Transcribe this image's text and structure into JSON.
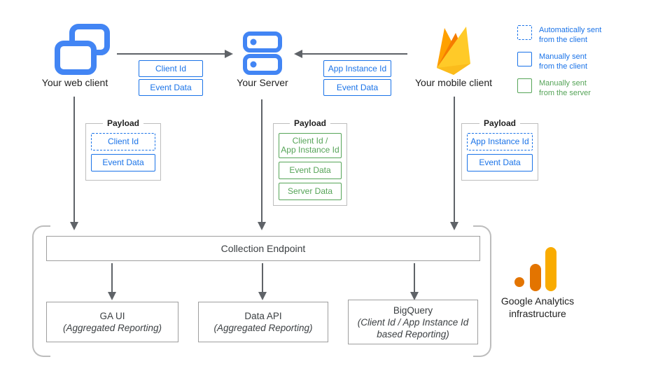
{
  "nodes": {
    "web_client": {
      "label": "Your web client"
    },
    "server": {
      "label": "Your Server"
    },
    "mobile_client": {
      "label": "Your mobile client"
    }
  },
  "flows": {
    "web_to_server": {
      "labels": [
        "Client Id",
        "Event Data"
      ]
    },
    "mobile_to_server": {
      "labels": [
        "App Instance Id",
        "Event Data"
      ]
    }
  },
  "legend": {
    "items": [
      {
        "style": "dashed-blue",
        "lines": [
          "Automatically sent",
          "from the client"
        ]
      },
      {
        "style": "solid-blue",
        "lines": [
          "Manually sent",
          "from the client"
        ]
      },
      {
        "style": "solid-green",
        "lines": [
          "Manually sent",
          "from the server"
        ]
      }
    ]
  },
  "payloads": {
    "web": {
      "title": "Payload",
      "items": [
        {
          "label": "Client Id",
          "style": "dashed-blue"
        },
        {
          "label": "Event Data",
          "style": "solid-blue"
        }
      ]
    },
    "server": {
      "title": "Payload",
      "items": [
        {
          "lines": [
            "Client Id /",
            "App Instance Id"
          ],
          "style": "solid-green"
        },
        {
          "label": "Event Data",
          "style": "solid-green"
        },
        {
          "label": "Server Data",
          "style": "solid-green"
        }
      ]
    },
    "mobile": {
      "title": "Payload",
      "items": [
        {
          "label": "App Instance Id",
          "style": "dashed-blue"
        },
        {
          "label": "Event Data",
          "style": "solid-blue"
        }
      ]
    }
  },
  "infrastructure": {
    "collection_endpoint": "Collection Endpoint",
    "outputs": [
      {
        "title": "GA UI",
        "subtitle": "(Aggregated Reporting)"
      },
      {
        "title": "Data API",
        "subtitle": "(Aggregated Reporting)"
      },
      {
        "title": "BigQuery",
        "subtitle_line1": "(Client Id / App Instance Id",
        "subtitle_line2": "based Reporting)"
      }
    ],
    "label_lines": [
      "Google Analytics",
      "infrastructure"
    ]
  },
  "colors": {
    "blue": "#1a73e8",
    "icon_blue": "#4285f4",
    "green": "#56a458",
    "arrow_gray": "#5f6368",
    "border_gray": "#9e9e9e",
    "ga_orange": "#e37400",
    "ga_yellow": "#f9ab00",
    "firebase_yellow": "#ffca28",
    "firebase_orange": "#ffa000",
    "firebase_dark_orange": "#f57c00"
  }
}
